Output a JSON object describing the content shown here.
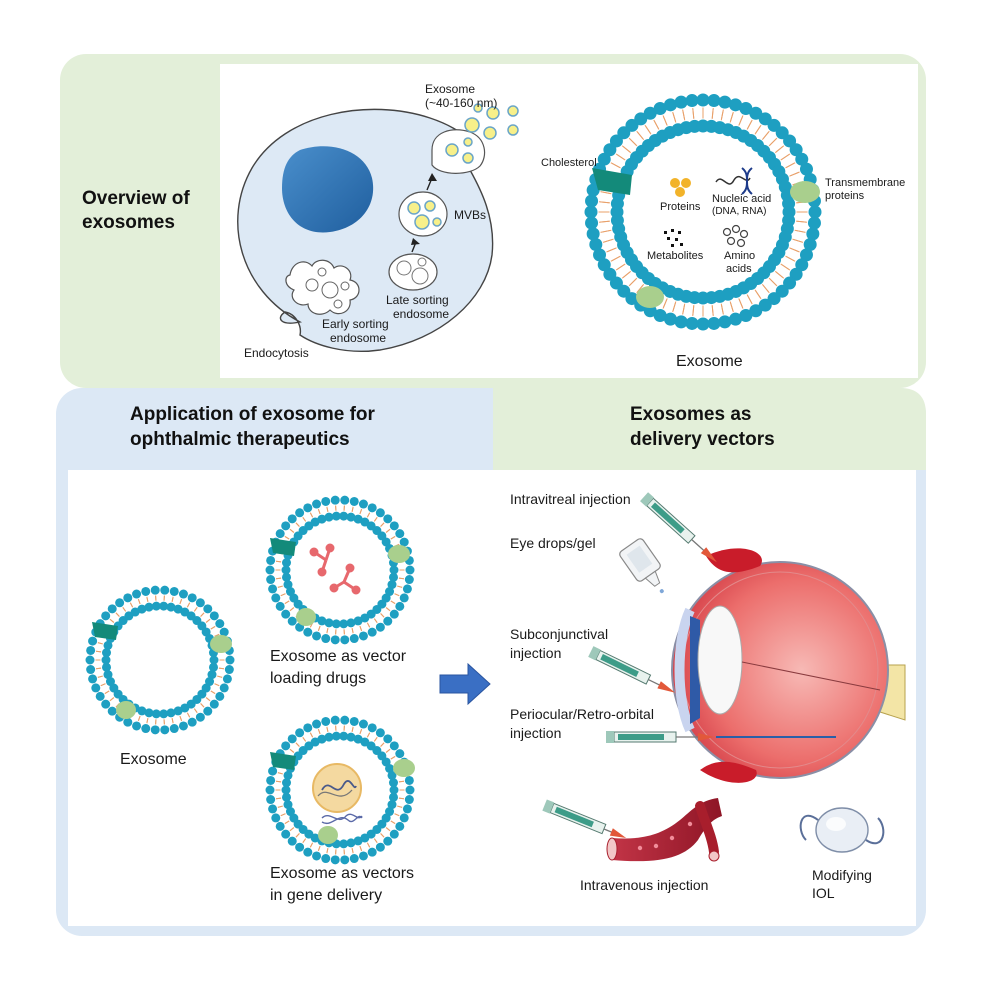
{
  "colors": {
    "green_panel": "#e3efd9",
    "green_border": "#d5e8c6",
    "blue_panel": "#dce8f5",
    "blue_border": "#d2e1f0",
    "cell": "#ddeaf6",
    "lipid_head": "#1e9fc1",
    "lipid_tail": "#e8a06a",
    "nucleus": "#2f73b3",
    "protein": "#a9cf8d",
    "arrow": "#3a6fc4",
    "blood": "#a81e2c",
    "eye_red": "#e8545c"
  },
  "overview": {
    "title_line1": "Overview of",
    "title_line2": "exosomes",
    "exosome_size_line1": "Exosome",
    "exosome_size_line2": "(~40-160 nm)",
    "mvbs": "MVBs",
    "late_line1": "Late sorting",
    "late_line2": "endosome",
    "early_line1": "Early sorting",
    "early_line2": "endosome",
    "endocytosis": "Endocytosis",
    "cholesterol": "Cholesterol",
    "proteins": "Proteins",
    "nucleic_line1": "Nucleic acid",
    "nucleic_line2": "(DNA, RNA)",
    "transmembrane_line1": "Transmembrane",
    "transmembrane_line2": "proteins",
    "metabolites": "Metabolites",
    "amino_line1": "Amino",
    "amino_line2": "acids",
    "exosome_caption": "Exosome"
  },
  "application": {
    "title_line1": "Application of exosome for",
    "title_line2": "ophthalmic therapeutics",
    "exosome": "Exosome",
    "drug_line1": "Exosome as vector",
    "drug_line2": "loading drugs",
    "gene_line1": "Exosome as vectors",
    "gene_line2": "in gene delivery"
  },
  "delivery": {
    "title_line1": "Exosomes as",
    "title_line2": "delivery vectors",
    "intravitreal": "Intravitreal injection",
    "eye_drops": "Eye drops/gel",
    "subconj_line1": "Subconjunctival",
    "subconj_line2": "injection",
    "periocular_line1": "Periocular/Retro-orbital",
    "periocular_line2": "injection",
    "intravenous": "Intravenous injection",
    "iol_line1": "Modifying",
    "iol_line2": "IOL"
  }
}
